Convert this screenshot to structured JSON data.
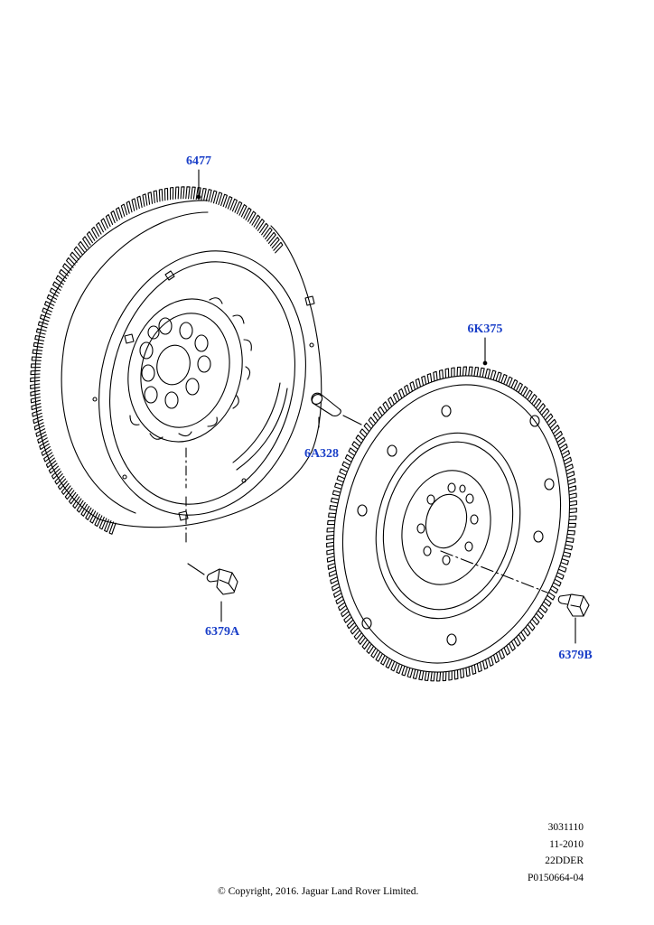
{
  "callouts": {
    "flywheel_dual_mass": "6477",
    "flywheel_single": "6K375",
    "dowel": "6A328",
    "bolt_left": "6379A",
    "bolt_right": "6379B"
  },
  "reference": {
    "line1": "3031110",
    "line2": "11-2010",
    "line3": "22DDER",
    "line4": "P0150664-04"
  },
  "copyright": "© Copyright, 2016. Jaguar Land Rover Limited.",
  "colors": {
    "callout": "#1a3fc8",
    "line": "#000000"
  }
}
